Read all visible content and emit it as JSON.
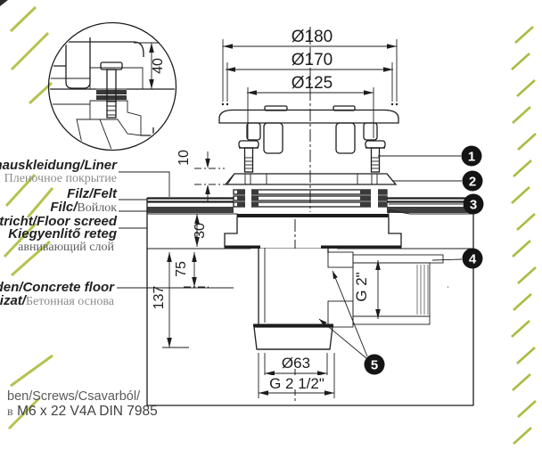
{
  "dims": {
    "d180": "Ø180",
    "d170": "Ø170",
    "d125": "Ø125",
    "d40": "40",
    "d10": "10",
    "d30": "30",
    "d75": "75",
    "d137": "137",
    "g2": "G 2\"",
    "d63": "Ø63",
    "g212": "G 2 1/2\""
  },
  "labels": {
    "liner_main": "nauskleidung/Liner",
    "liner_ru": "Пленочное покрытие",
    "felt_main": "Filz/Felt",
    "felt_prefix": "Filc/",
    "felt_ru": "Войлок",
    "screed_main": "tricht/Floor screed",
    "screed_hu": "Kiegyenlitő reteg",
    "screed_ru": "авнивающий слой",
    "concrete_main": "den/Concrete floor",
    "concrete_prefix": "izat/",
    "concrete_ru": "Бетонная основа",
    "screws_line1": "ben/Screws/Csavarból/",
    "screws_prefix": "в",
    "screws_spec": "M6 x 22 V4A DIN 7985"
  },
  "callouts": {
    "c1": "1",
    "c2": "2",
    "c3": "3",
    "c4": "4",
    "c5": "5"
  },
  "colors": {
    "line": "#1d1d1d",
    "green_hatch": "#b6c24f",
    "callout_bg": "#141414",
    "felt": "#3f3f3f",
    "gray_text": "#8d8d8d"
  }
}
